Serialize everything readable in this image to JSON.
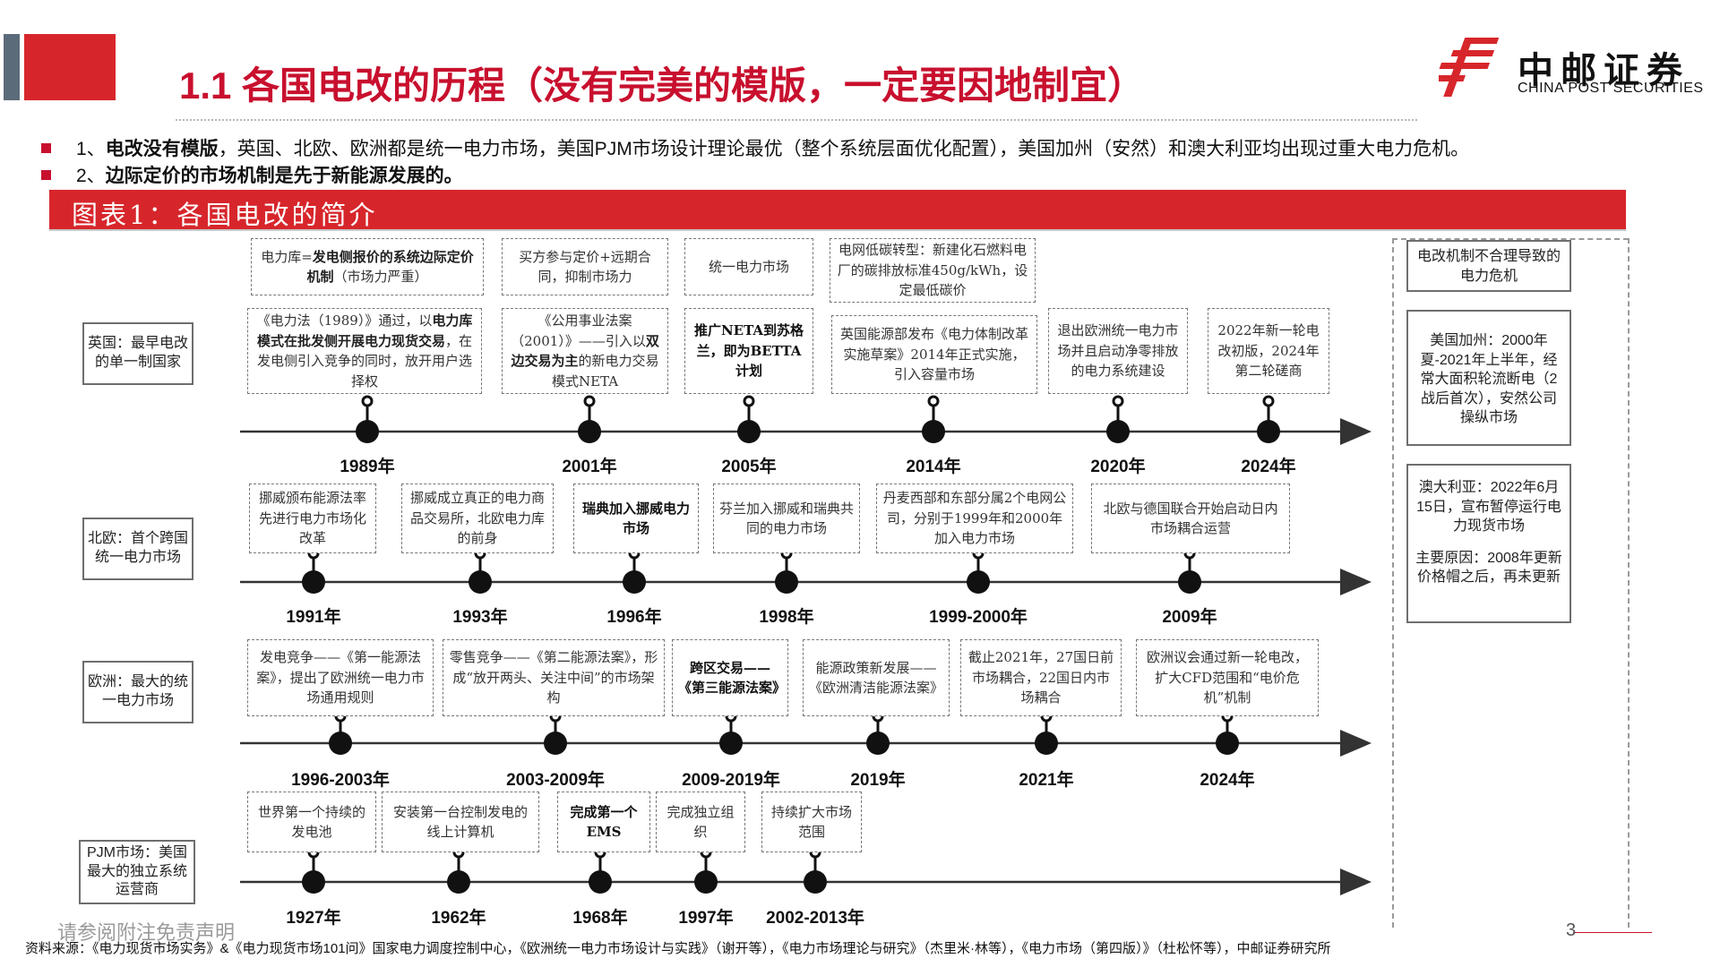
{
  "header": {
    "title": "1.1 各国电改的历程（没有完美的模版，一定要因地制宜）",
    "logo_cn": "中邮证券",
    "logo_en": "CHINA POST SECURITIES",
    "brand_color": "#d7262b"
  },
  "bullets": [
    {
      "num": "1、",
      "bold": "电改没有模版",
      "text": "，英国、北欧、欧洲都是统一电力市场，美国PJM市场设计理论最优（整个系统层面优化配置），美国加州（安然）和澳大利亚均出现过重大电力危机。"
    },
    {
      "num": "2、",
      "bold": "边际定价的市场机制是先于新能源发展的。",
      "text": ""
    }
  ],
  "figure": {
    "caption": "图表1：各国电改的简介"
  },
  "rows": [
    {
      "label": "英国：最早电改的单一制国家",
      "events": [
        {
          "year": "1989年",
          "top_pre": "电力库=",
          "top_bold": "发电侧报价的系统边际定价机制",
          "top_post": "（市场力严重）",
          "box_pre": "《电力法（1989）》通过，以",
          "box_bold": "电力库模式在批发侧开展电力现货交易",
          "box_post": "，在发电侧引入竞争的同时，放开用户选择权"
        },
        {
          "year": "2001年",
          "top_pre": "",
          "top_bold": "",
          "top_post": "买方参与定价+远期合同，抑制市场力",
          "box_pre": "《公用事业法案（2001）》——引入以",
          "box_bold": "双边交易为主",
          "box_post": "的新电力交易模式NETA"
        },
        {
          "year": "2005年",
          "top_pre": "",
          "top_bold": "",
          "top_post": "统一电力市场",
          "box_pre": "",
          "box_bold": "推广NETA到苏格兰，即为BETTA计划",
          "box_post": ""
        },
        {
          "year": "2014年",
          "top_pre": "",
          "top_bold": "",
          "top_post": "电网低碳转型：新建化石燃料电厂的碳排放标准450g/kWh，设定最低碳价",
          "box_pre": "",
          "box_bold": "",
          "box_post": "英国能源部发布《电力体制改革实施草案》2014年正式实施，引入容量市场"
        },
        {
          "year": "2020年",
          "top_pre": "",
          "top_bold": "",
          "top_post": "",
          "box_pre": "",
          "box_bold": "",
          "box_post": "退出欧洲统一电力市场并且启动净零排放的电力系统建设"
        },
        {
          "year": "2024年",
          "top_pre": "",
          "top_bold": "",
          "top_post": "",
          "box_pre": "",
          "box_bold": "",
          "box_post": "2022年新一轮电改初版，2024年第二轮磋商"
        }
      ]
    },
    {
      "label": "北欧：首个跨国统一电力市场",
      "events": [
        {
          "year": "1991年",
          "box": "挪威颁布能源法率先进行电力市场化改革",
          "strong": false
        },
        {
          "year": "1993年",
          "box": "挪威成立真正的电力商品交易所，北欧电力库的前身",
          "strong": false
        },
        {
          "year": "1996年",
          "box": "瑞典加入挪威电力市场",
          "strong": true
        },
        {
          "year": "1998年",
          "box": "芬兰加入挪威和瑞典共同的电力市场",
          "strong": false
        },
        {
          "year": "1999-2000年",
          "box": "丹麦西部和东部分属2个电网公司，分别于1999年和2000年加入电力市场",
          "strong": false
        },
        {
          "year": "2009年",
          "box": "北欧与德国联合开始启动日内市场耦合运营",
          "strong": false
        }
      ]
    },
    {
      "label": "欧洲：最大的统一电力市场",
      "events": [
        {
          "year": "1996-2003年",
          "box": "发电竞争——《第一能源法案》，提出了欧洲统一电力市场通用规则",
          "strong": false
        },
        {
          "year": "2003-2009年",
          "box": "零售竞争——《第二能源法案》，形成“放开两头、关注中间”的市场架构",
          "strong": false
        },
        {
          "year": "2009-2019年",
          "box": "跨区交易——《第三能源法案》",
          "strong": true
        },
        {
          "year": "2019年",
          "box": "能源政策新发展——《欧洲清洁能源法案》",
          "strong": false
        },
        {
          "year": "2021年",
          "box": "截止2021年，27国日前市场耦合，22国日内市场耦合",
          "strong": false
        },
        {
          "year": "2024年",
          "box": "欧洲议会通过新一轮电改，扩大CFD范围和“电价危机”机制",
          "strong": false
        }
      ]
    },
    {
      "label": "PJM市场：美国最大的独立系统运营商",
      "events": [
        {
          "year": "1927年",
          "box": "世界第一个持续的发电池",
          "strong": false
        },
        {
          "year": "1962年",
          "box": "安装第一台控制发电的线上计算机",
          "strong": false
        },
        {
          "year": "1968年",
          "box": "完成第一个EMS",
          "strong": true
        },
        {
          "year": "1997年",
          "box": "完成独立组织",
          "strong": false
        },
        {
          "year": "2002-2013年",
          "box": "持续扩大市场范围",
          "strong": false
        }
      ]
    }
  ],
  "right_panel": {
    "header": "电改机制不合理导致的电力危机",
    "california": "美国加州：2000年夏-2021年上半年，经常大面积轮流断电（2战后首次），安然公司操纵市场",
    "australia": "澳大利亚：2022年6月15日，宣布暂停运行电力现货市场",
    "australia_reason": "主要原因：2008年更新价格帽之后，再未更新"
  },
  "footer": {
    "disclaimer": "请参阅附注免责声明",
    "page": "3",
    "source": "资料来源：《电力现货市场实务》&《电力现货市场101问》国家电力调度控制中心，《欧洲统一电力市场设计与实践》（谢开等），《电力市场理论与研究》（杰里米·林等），《电力市场（第四版）》（杜松怀等），中邮证券研究所"
  }
}
